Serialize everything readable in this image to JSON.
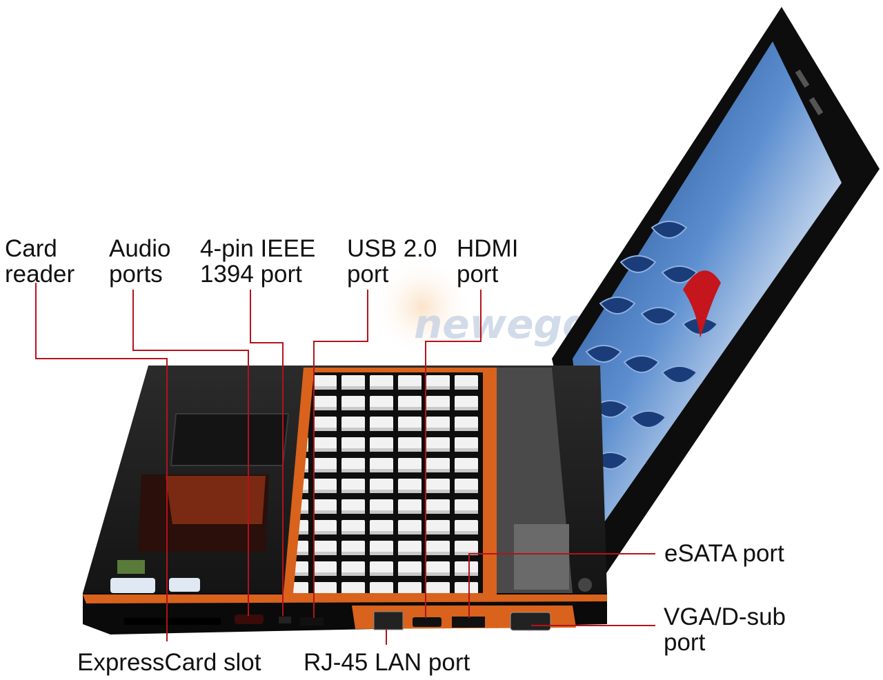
{
  "watermark": "newegg",
  "colors": {
    "leader_line": "#b5121b",
    "chassis_orange": "#d9621c",
    "body_dark": "#1b1b1b"
  },
  "labels": {
    "card_reader": {
      "line1": "Card",
      "line2": "reader"
    },
    "audio_ports": {
      "line1": "Audio",
      "line2": "ports"
    },
    "ieee1394": {
      "line1": "4-pin IEEE",
      "line2": "1394 port"
    },
    "usb": {
      "line1": "USB 2.0",
      "line2": "port"
    },
    "hdmi": {
      "line1": "HDMI",
      "line2": "port"
    },
    "esata": {
      "line1": "eSATA port"
    },
    "vga": {
      "line1": "VGA/D-sub",
      "line2": "port"
    },
    "expresscard": {
      "line1": "ExpressCard slot"
    },
    "rj45": {
      "line1": "RJ-45 LAN port"
    }
  }
}
